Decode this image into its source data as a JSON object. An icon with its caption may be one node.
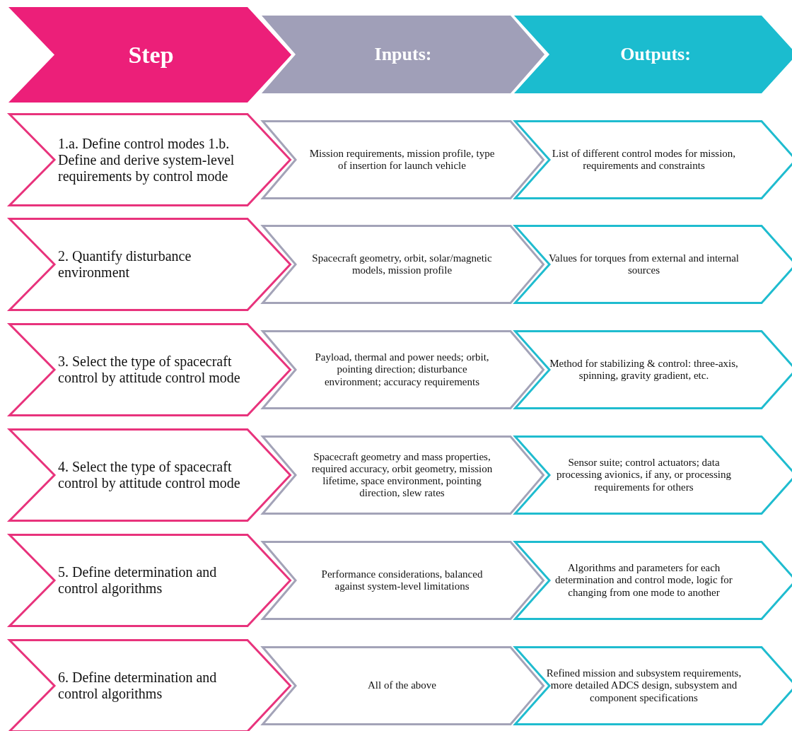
{
  "diagram": {
    "nodes": [
      {
        "text": [
          "Step"
        ]
      },
      {
        "text": [
          "Inputs:"
        ]
      },
      {
        "text": [
          "Outputs:"
        ]
      },
      {
        "text": [
          "1.a. Define control modes 1.b. Define and derive system-level requirements by control mode"
        ]
      },
      {
        "text": [
          "Mission requirements, mission profile, type of insertion for launch vehicle"
        ]
      },
      {
        "text": [
          "List of different control modes for mission, requirements and constraints"
        ]
      },
      {
        "text": [
          "2. Quantify disturbance environment"
        ]
      },
      {
        "text": [
          "Spacecraft geometry, orbit, solar/magnetic models, mission profile"
        ]
      },
      {
        "text": [
          "Values for torques from external and internal sources"
        ]
      },
      {
        "text": [
          "3. Select the type of spacecraft control by attitude control mode"
        ]
      },
      {
        "text": [
          "Payload, thermal and power needs; orbit, pointing direction; disturbance environment; accuracy requirements"
        ]
      },
      {
        "text": [
          "Method for stabilizing & control: three-axis, spinning, gravity gradient, etc."
        ]
      },
      {
        "text": [
          "4. Select the type of spacecraft control by attitude control mode"
        ]
      },
      {
        "text": [
          "Spacecraft geometry and mass properties, required accuracy, orbit geometry, mission lifetime, space environment, pointing direction, slew rates"
        ]
      },
      {
        "text": [
          "Sensor suite; control actuators; data processing avionics, if any, or processing requirements for others"
        ]
      },
      {
        "text": [
          "5. Define determination and control algorithms"
        ]
      },
      {
        "text": [
          "Performance considerations, balanced against system-level limitations"
        ]
      },
      {
        "text": [
          "Algorithms and parameters for each determination and control mode, logic for changing from one mode to another"
        ]
      },
      {
        "text": [
          "6. Define determination and control algorithms"
        ]
      },
      {
        "text": [
          "All of the above"
        ]
      },
      {
        "text": [
          "Refined mission and subsystem requirements, more detailed ADCS design, subsystem and component specifications"
        ]
      }
    ]
  }
}
